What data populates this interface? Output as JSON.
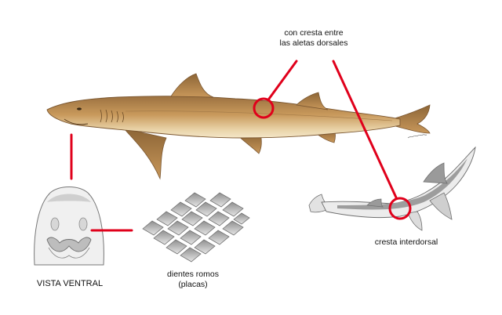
{
  "labels": {
    "dorsal_ridge": "con cresta entre\nlas aletas dorsales",
    "interdorsal_ridge": "cresta interdorsal",
    "ventral_view": "VISTA VENTRAL",
    "teeth": "dientes romos\n(placas)"
  },
  "colors": {
    "callout_line": "#e0001b",
    "shark_body": "#c99a5c",
    "shark_dark": "#8c6536",
    "shark_belly": "#f2e2c2",
    "sketch_gray": "#9a9a9a",
    "sketch_fill": "#e4e4e4"
  },
  "icons": {
    "main": "lateral-shark-illustration",
    "ventral": "ventral-head-sketch",
    "teeth": "tooth-plates-sketch",
    "secondary": "swimming-shark-sketch"
  }
}
